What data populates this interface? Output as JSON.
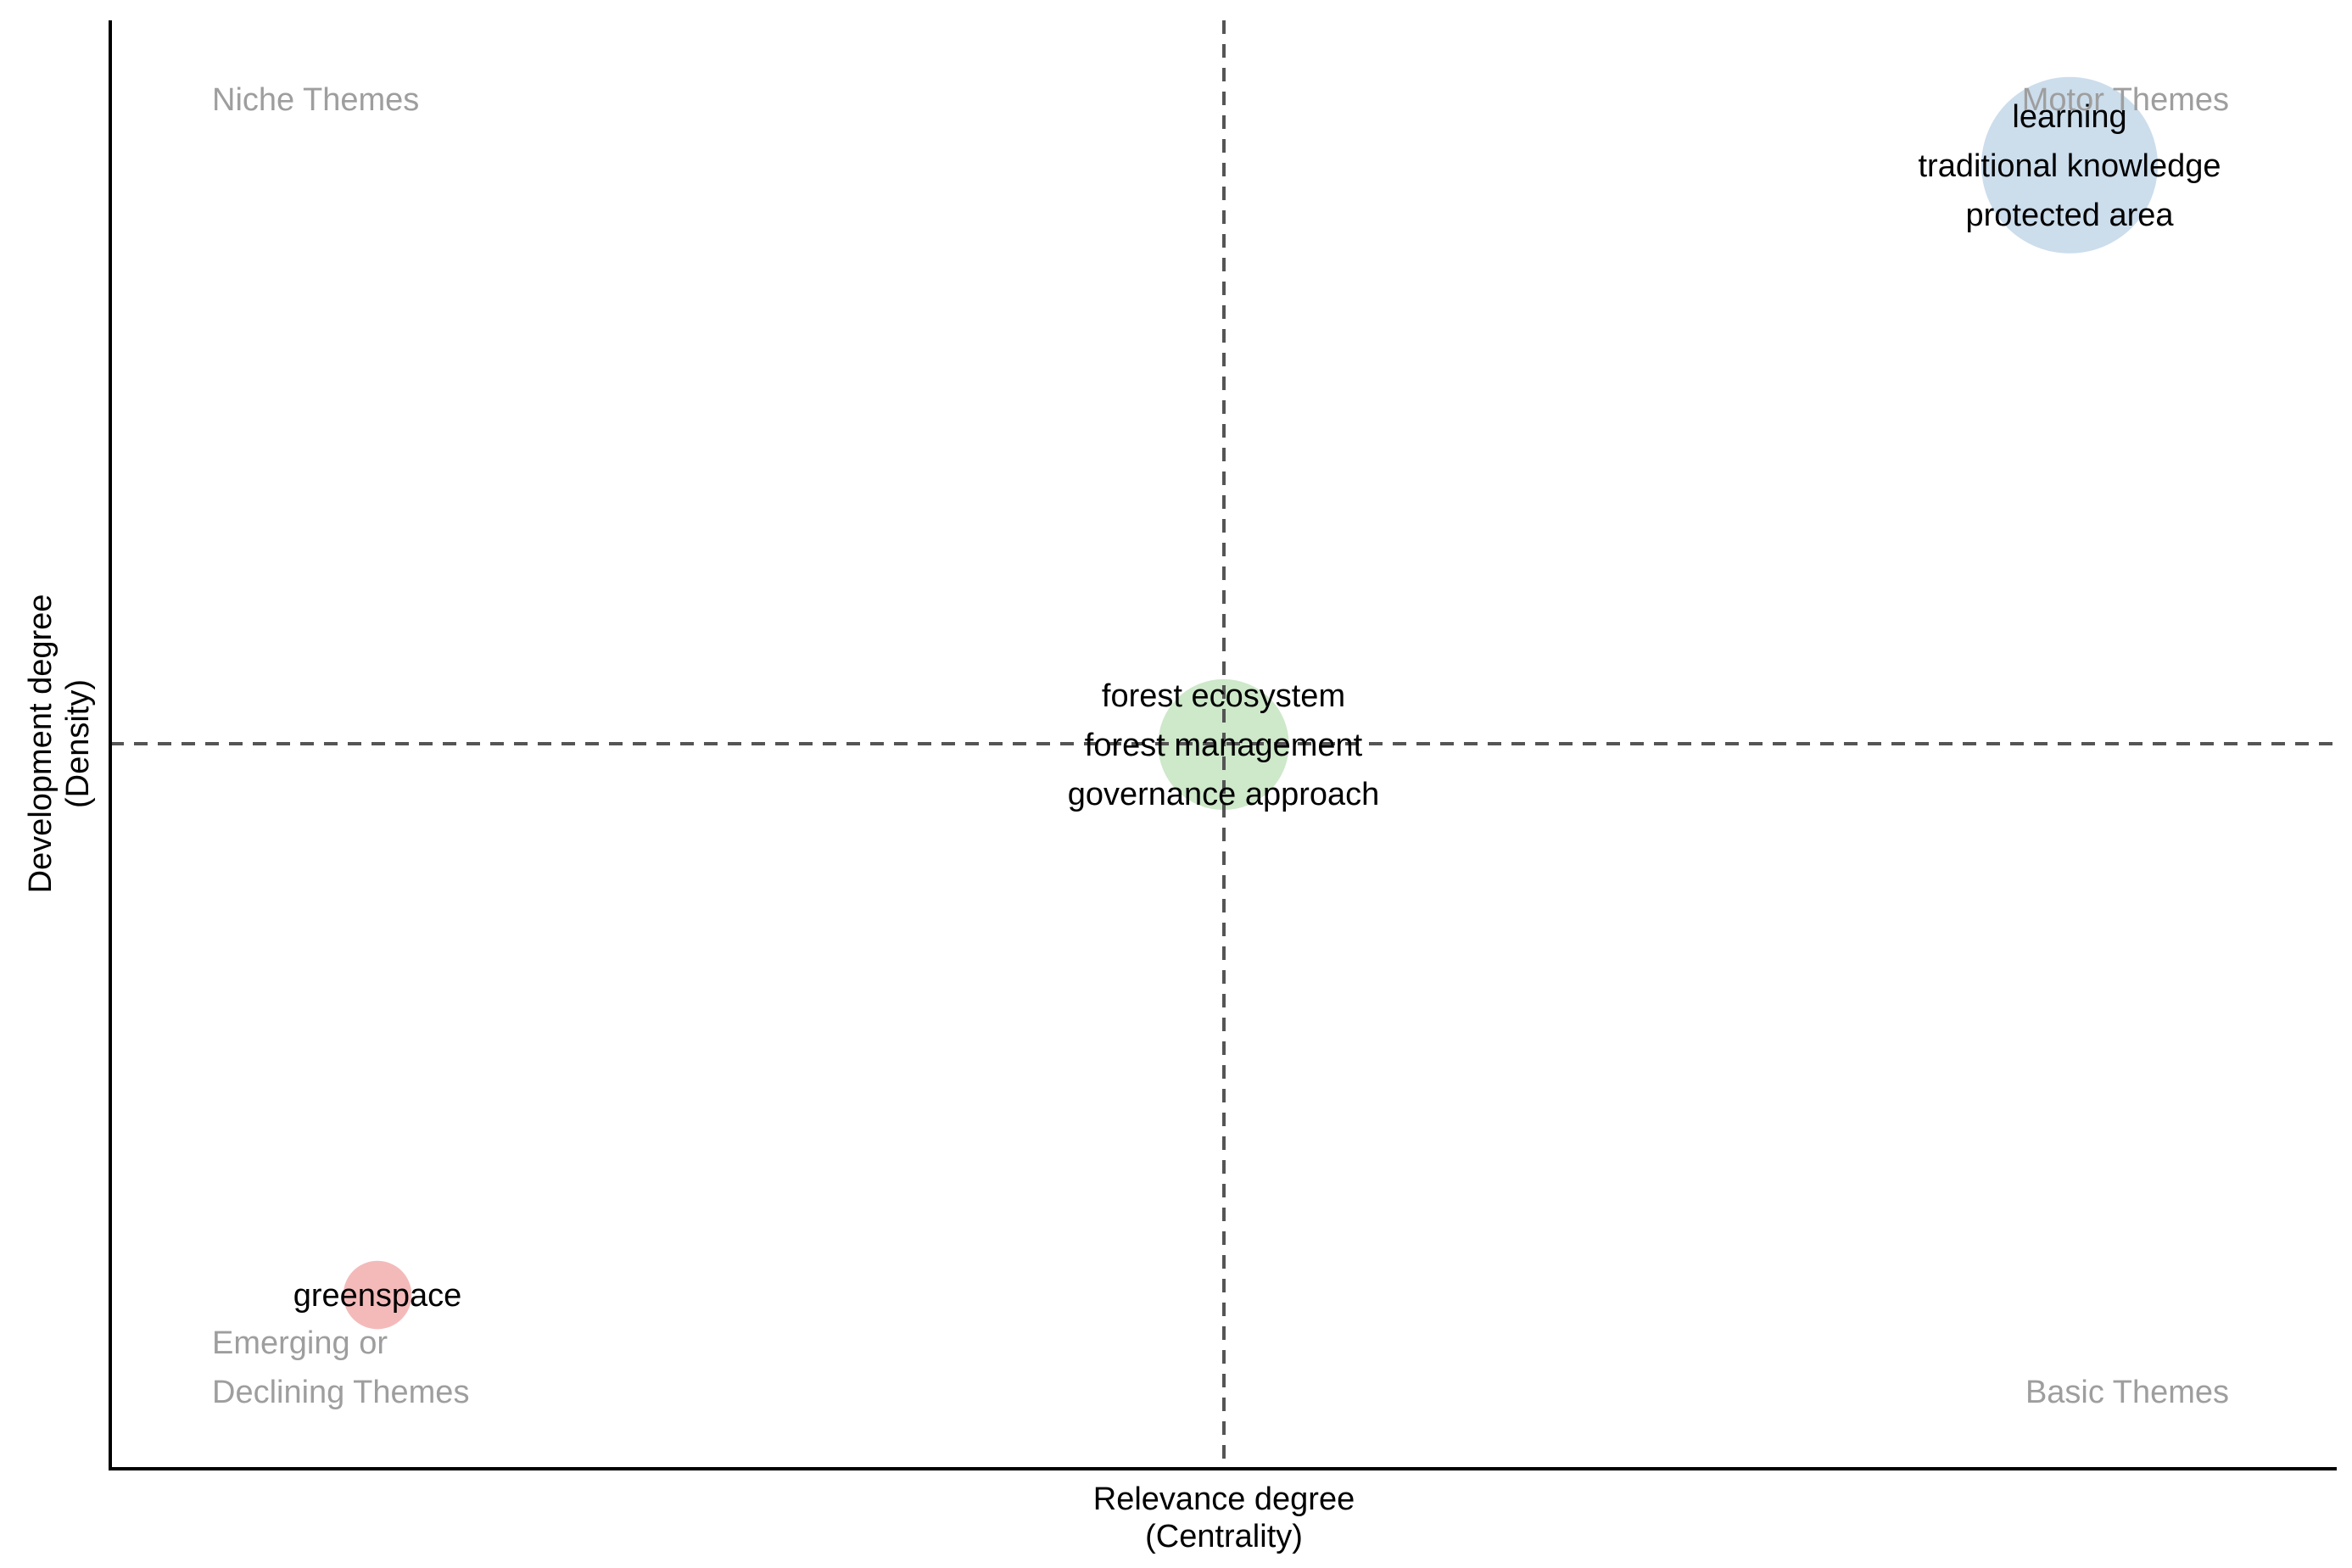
{
  "chart_data": {
    "type": "scatter",
    "xlabel": [
      "Relevance degree",
      "(Centrality)"
    ],
    "ylabel": [
      "Development degree",
      "(Density)"
    ],
    "grid": false,
    "quadrants": {
      "top_left": [
        "Niche Themes"
      ],
      "top_right": [
        "Motor Themes"
      ],
      "bottom_left": [
        "Emerging or",
        "Declining Themes"
      ],
      "bottom_right": [
        "Basic Themes"
      ]
    },
    "colors": {
      "axis": "#000000",
      "reference_line": "#555555",
      "quadrant_text": "#9e9e9e",
      "label_text": "#000000"
    },
    "clusters": [
      {
        "labels": [
          "learning",
          "traditional knowledge",
          "protected area"
        ],
        "x": 0.88,
        "y": 0.9,
        "size": 1.0,
        "color": "#c6d9ea"
      },
      {
        "labels": [
          "forest ecosystem",
          "forest management",
          "governance approach"
        ],
        "x": 0.5,
        "y": 0.5,
        "size": 0.55,
        "color": "#c9e6c4"
      },
      {
        "labels": [
          "greenspace"
        ],
        "x": 0.12,
        "y": 0.12,
        "size": 0.15,
        "color": "#f3b3b3"
      }
    ]
  }
}
